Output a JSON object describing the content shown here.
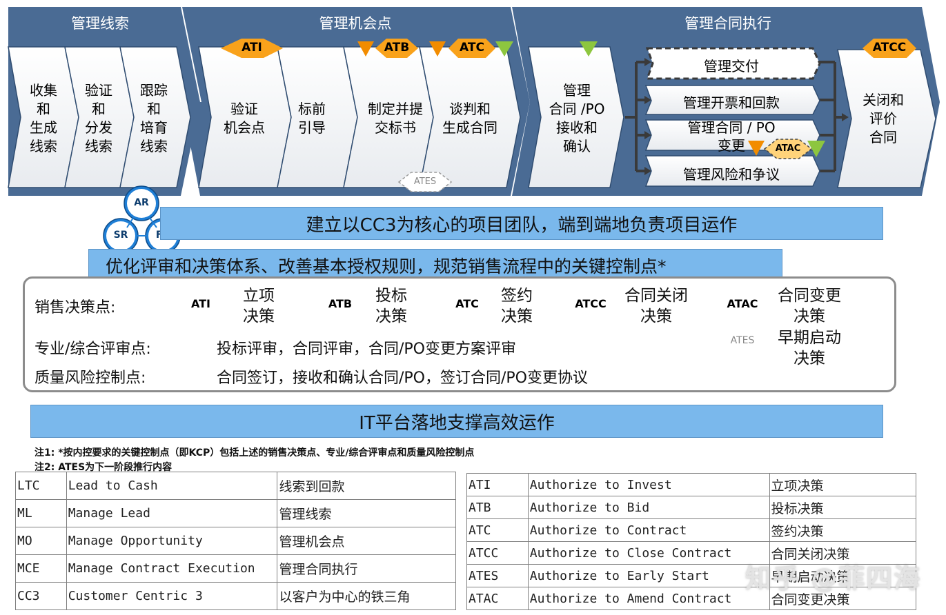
{
  "phases": [
    {
      "title": "管理线索"
    },
    {
      "title": "管理机会点"
    },
    {
      "title": "管理合同执行"
    }
  ],
  "steps": {
    "collect": "收集\n和\n生成\n线索",
    "verify": "验证\n和\n分发\n线索",
    "track": "跟踪\n和\n培育\n线索",
    "validate": "验证\n机会点",
    "guide": "标前\n引导",
    "bid": "制定并提\n交标书",
    "negotiate": "谈判和\n生成合同",
    "receive": "管理\n合同 /PO\n接收和\n确认",
    "deliver": "管理交付",
    "invoice": "管理开票和回款",
    "change": "管理合同 / PO\n变更",
    "risk": "管理风险和争议",
    "close": "关闭和\n评价\n合同"
  },
  "badges": {
    "ati": "ATI",
    "atb": "ATB",
    "atc": "ATC",
    "atcc": "ATCC",
    "atac": "ATAC",
    "ates": "ATES"
  },
  "team": {
    "ar": "AR",
    "sr": "SR",
    "fr": "FR"
  },
  "banners": {
    "cc3": "建立以CC3为核心的项目团队，端到端地负责项目运作",
    "optimize": "优化评审和决策体系、改善基本授权规则，规范销售流程中的关键控制点*",
    "it": "IT平台落地支撑高效运作"
  },
  "legend": {
    "decision_label": "销售决策点:",
    "ati_desc": "立项\n决策",
    "atb_desc": "投标\n决策",
    "atc_desc": "签约\n决策",
    "atcc_desc": "合同关闭\n决策",
    "atac_desc": "合同变更\n决策",
    "ates_desc": "早期启动\n决策",
    "review_label": "专业/综合评审点:",
    "review_desc": "投标评审，合同评审，合同/PO变更方案评审",
    "quality_label": "质量风险控制点:",
    "quality_desc": "合同签订，接收和确认合同/PO，签订合同/PO变更协议"
  },
  "notes": {
    "n1": "注1:  *按内控要求的关键控制点（即KCP）包括上述的销售决策点、专业/综合评审点和质量风险控制点",
    "n2": "注2:  ATES为下一阶段推行内容"
  },
  "abbrev_table_left": [
    [
      "LTC",
      "Lead to Cash",
      "线索到回款"
    ],
    [
      "ML",
      "Manage Lead",
      "管理线索"
    ],
    [
      "MO",
      "Manage Opportunity",
      "管理机会点"
    ],
    [
      "MCE",
      "Manage Contract Execution",
      "管理合同执行"
    ],
    [
      "CC3",
      "Customer Centric 3",
      "以客户为中心的铁三角"
    ]
  ],
  "abbrev_table_right": [
    [
      "ATI",
      "Authorize to Invest",
      "立项决策"
    ],
    [
      "ATB",
      "Authorize to Bid",
      "投标决策"
    ],
    [
      "ATC",
      "Authorize to Contract",
      "签约决策"
    ],
    [
      "ATCC",
      "Authorize to Close Contract",
      "合同关闭决策"
    ],
    [
      "ATES",
      "Authorize to Early Start",
      "早期启动决策"
    ],
    [
      "ATAC",
      "Authorize to Amend Contract",
      "合同变更决策"
    ]
  ],
  "watermark": "知乎 @菲四海",
  "colors": {
    "phase_bg": "#4a6b94",
    "banner": "#7ab8ec",
    "decision_orange": "#f9a21b",
    "review_orange": "#f28c00",
    "quality_green": "#8dc63f"
  }
}
